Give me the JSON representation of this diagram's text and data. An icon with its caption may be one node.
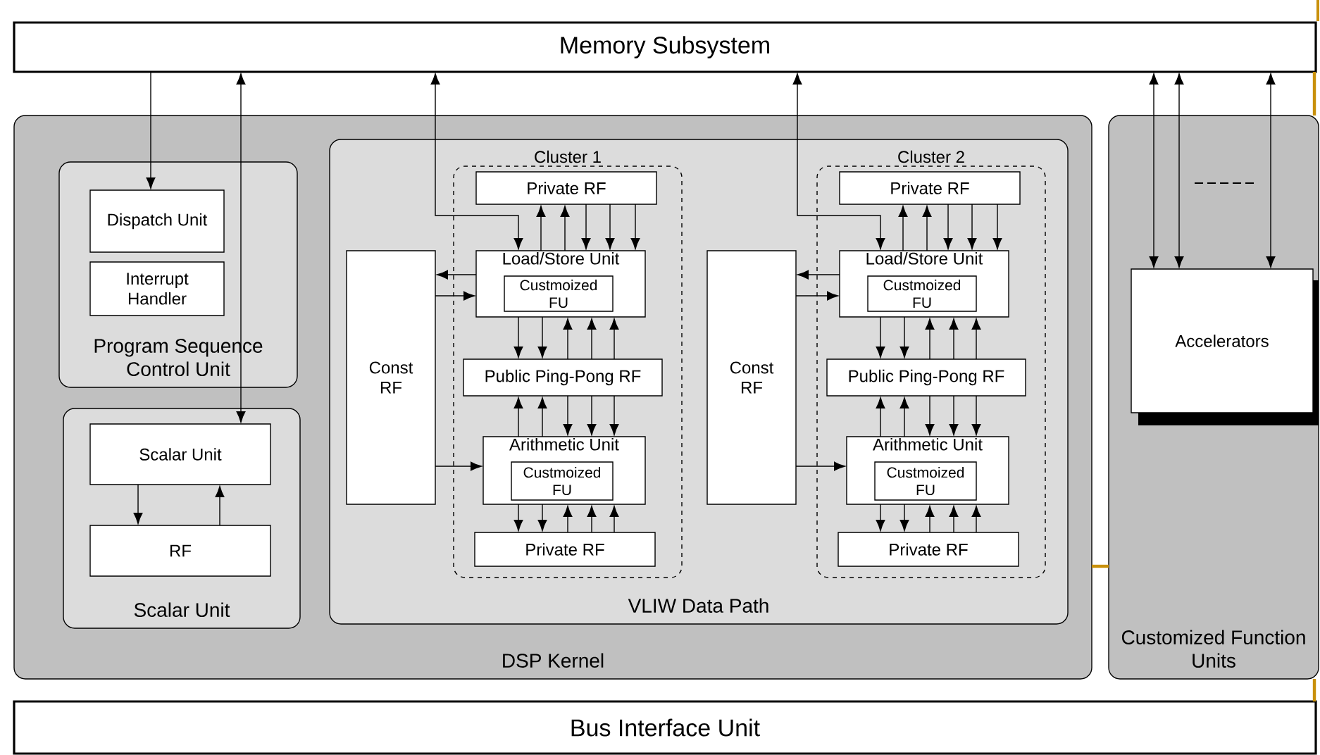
{
  "diagram": {
    "nodes": [
      {
        "text": [
          "Memory Subsystem"
        ]
      },
      {
        "text": [
          "DSP Kernel"
        ]
      },
      {
        "text": [
          "Program Sequence Control Unit"
        ],
        "in": 1
      },
      {
        "text": [
          "Dispatch Unit"
        ],
        "in": 2
      },
      {
        "text": [
          "Interrupt Handler"
        ],
        "in": 2
      },
      {
        "text": [
          "Scalar Unit"
        ],
        "in": 1
      },
      {
        "text": [
          "Scalar Unit"
        ],
        "in": 5
      },
      {
        "text": [
          "RF"
        ],
        "in": 5
      },
      {
        "text": [
          "VLIW Data Path"
        ],
        "in": 1
      },
      {
        "text": [
          "Cluster 1"
        ],
        "in": 8
      },
      {
        "text": [
          "Private RF"
        ],
        "in": 9
      },
      {
        "text": [
          "Load/Store Unit"
        ],
        "in": 9
      },
      {
        "text": [
          "Custmoized FU"
        ],
        "in": 11
      },
      {
        "text": [
          "Const RF"
        ],
        "in": 8
      },
      {
        "text": [
          "Public Ping-Pong RF"
        ],
        "in": 9
      },
      {
        "text": [
          "Arithmetic Unit"
        ],
        "in": 9
      },
      {
        "text": [
          "Custmoized FU"
        ],
        "in": 15
      },
      {
        "text": [
          "Private RF"
        ],
        "in": 9
      },
      {
        "text": [
          "Cluster 2"
        ],
        "in": 8
      },
      {
        "text": [
          "Private RF"
        ],
        "in": 18
      },
      {
        "text": [
          "Load/Store Unit"
        ],
        "in": 18
      },
      {
        "text": [
          "Custmoized FU"
        ],
        "in": 20
      },
      {
        "text": [
          "Const RF"
        ],
        "in": 8
      },
      {
        "text": [
          "Public Ping-Pong RF"
        ],
        "in": 18
      },
      {
        "text": [
          "Arithmetic Unit"
        ],
        "in": 18
      },
      {
        "text": [
          "Custmoized FU"
        ],
        "in": 24
      },
      {
        "text": [
          "Private RF"
        ],
        "in": 18
      },
      {
        "text": [
          "Customized Function Units"
        ]
      },
      {
        "text": [
          "Accelerators"
        ],
        "in": 27
      },
      {
        "text": [
          "Bus Interface Unit"
        ]
      }
    ],
    "edges": [
      {
        "from": 0,
        "to": 3,
        "arrow": "to"
      },
      {
        "from": 6,
        "to": 0,
        "arrow": "both"
      },
      {
        "from": 6,
        "to": 7,
        "arrow": "to"
      },
      {
        "from": 7,
        "to": 6,
        "arrow": "to"
      },
      {
        "from": 11,
        "to": 0,
        "arrow": "both"
      },
      {
        "from": 11,
        "to": 10,
        "arrow": "to"
      },
      {
        "from": 11,
        "to": 10,
        "arrow": "to"
      },
      {
        "from": 10,
        "to": 11,
        "arrow": "to"
      },
      {
        "from": 10,
        "to": 11,
        "arrow": "to"
      },
      {
        "from": 10,
        "to": 11,
        "arrow": "to"
      },
      {
        "from": 11,
        "to": 13,
        "arrow": "to"
      },
      {
        "from": 13,
        "to": 11,
        "arrow": "to"
      },
      {
        "from": 11,
        "to": 14,
        "arrow": "to"
      },
      {
        "from": 11,
        "to": 14,
        "arrow": "to"
      },
      {
        "from": 14,
        "to": 11,
        "arrow": "to"
      },
      {
        "from": 14,
        "to": 11,
        "arrow": "to"
      },
      {
        "from": 14,
        "to": 11,
        "arrow": "to"
      },
      {
        "from": 15,
        "to": 14,
        "arrow": "to"
      },
      {
        "from": 15,
        "to": 14,
        "arrow": "to"
      },
      {
        "from": 14,
        "to": 15,
        "arrow": "to"
      },
      {
        "from": 14,
        "to": 15,
        "arrow": "to"
      },
      {
        "from": 14,
        "to": 15,
        "arrow": "to"
      },
      {
        "from": 13,
        "to": 15,
        "arrow": "to"
      },
      {
        "from": 15,
        "to": 17,
        "arrow": "to"
      },
      {
        "from": 15,
        "to": 17,
        "arrow": "to"
      },
      {
        "from": 17,
        "to": 15,
        "arrow": "to"
      },
      {
        "from": 17,
        "to": 15,
        "arrow": "to"
      },
      {
        "from": 17,
        "to": 15,
        "arrow": "to"
      },
      {
        "from": 20,
        "to": 0,
        "arrow": "both"
      },
      {
        "from": 20,
        "to": 19,
        "arrow": "to"
      },
      {
        "from": 20,
        "to": 19,
        "arrow": "to"
      },
      {
        "from": 19,
        "to": 20,
        "arrow": "to"
      },
      {
        "from": 19,
        "to": 20,
        "arrow": "to"
      },
      {
        "from": 19,
        "to": 20,
        "arrow": "to"
      },
      {
        "from": 20,
        "to": 22,
        "arrow": "to"
      },
      {
        "from": 22,
        "to": 20,
        "arrow": "to"
      },
      {
        "from": 20,
        "to": 23,
        "arrow": "to"
      },
      {
        "from": 20,
        "to": 23,
        "arrow": "to"
      },
      {
        "from": 23,
        "to": 20,
        "arrow": "to"
      },
      {
        "from": 23,
        "to": 20,
        "arrow": "to"
      },
      {
        "from": 23,
        "to": 20,
        "arrow": "to"
      },
      {
        "from": 24,
        "to": 23,
        "arrow": "to"
      },
      {
        "from": 24,
        "to": 23,
        "arrow": "to"
      },
      {
        "from": 23,
        "to": 24,
        "arrow": "to"
      },
      {
        "from": 23,
        "to": 24,
        "arrow": "to"
      },
      {
        "from": 23,
        "to": 24,
        "arrow": "to"
      },
      {
        "from": 22,
        "to": 24,
        "arrow": "to"
      },
      {
        "from": 24,
        "to": 26,
        "arrow": "to"
      },
      {
        "from": 24,
        "to": 26,
        "arrow": "to"
      },
      {
        "from": 26,
        "to": 24,
        "arrow": "to"
      },
      {
        "from": 26,
        "to": 24,
        "arrow": "to"
      },
      {
        "from": 26,
        "to": 24,
        "arrow": "to"
      },
      {
        "from": 28,
        "to": 0,
        "arrow": "both"
      },
      {
        "from": 28,
        "to": 0,
        "arrow": "both"
      },
      {
        "from": 28,
        "to": 0,
        "arrow": "both"
      },
      {
        "from": 1,
        "to": 27,
        "arrow": "none",
        "style": "thick",
        "color": "#c8900a"
      },
      {
        "from": 0,
        "to": 27,
        "arrow": "none",
        "style": "thick",
        "color": "#c8900a"
      },
      {
        "from": 27,
        "to": 29,
        "arrow": "none",
        "style": "thick",
        "color": "#c8900a"
      }
    ]
  }
}
